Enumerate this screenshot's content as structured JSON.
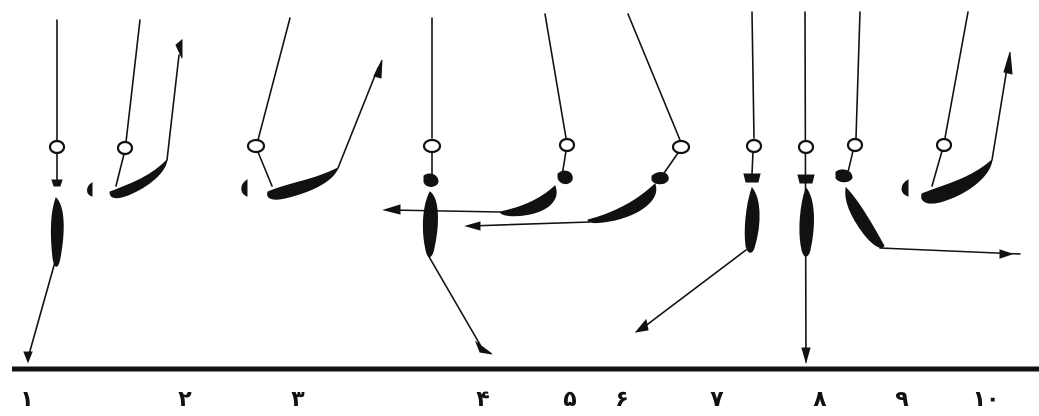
{
  "diagram": {
    "frame_labels": [
      "١",
      "٢",
      "٣",
      "۴",
      "۵",
      "۶",
      "٧",
      "٨",
      "٩",
      "١٠"
    ]
  }
}
